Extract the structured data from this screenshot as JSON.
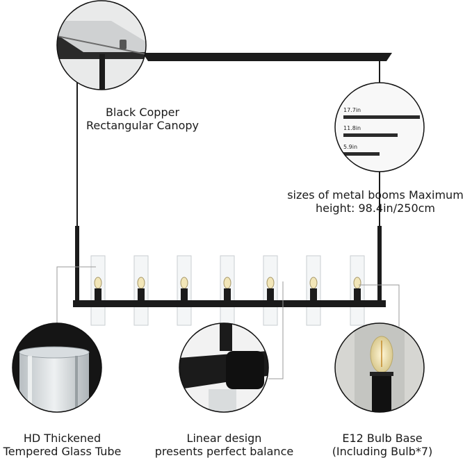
{
  "callouts": {
    "canopy": {
      "line1": "Black Copper",
      "line2": "Rectangular Canopy"
    },
    "booms": {
      "line1": "sizes of metal booms Maximum",
      "line2": "height: 98.4in/250cm",
      "lengths": [
        "17.7in",
        "11.8in",
        "5.9in"
      ]
    },
    "glass": {
      "line1": "HD Thickened",
      "line2": "Tempered Glass Tube"
    },
    "linear": {
      "line1": "Linear design",
      "line2": "presents perfect balance"
    },
    "bulb": {
      "line1": "E12 Bulb Base",
      "line2": "(Including Bulb*7)"
    }
  },
  "colors": {
    "metal": "#1b1b1b",
    "glass": "#c9ced1",
    "bulb": "#f2e6b8",
    "background": "#ffffff"
  }
}
